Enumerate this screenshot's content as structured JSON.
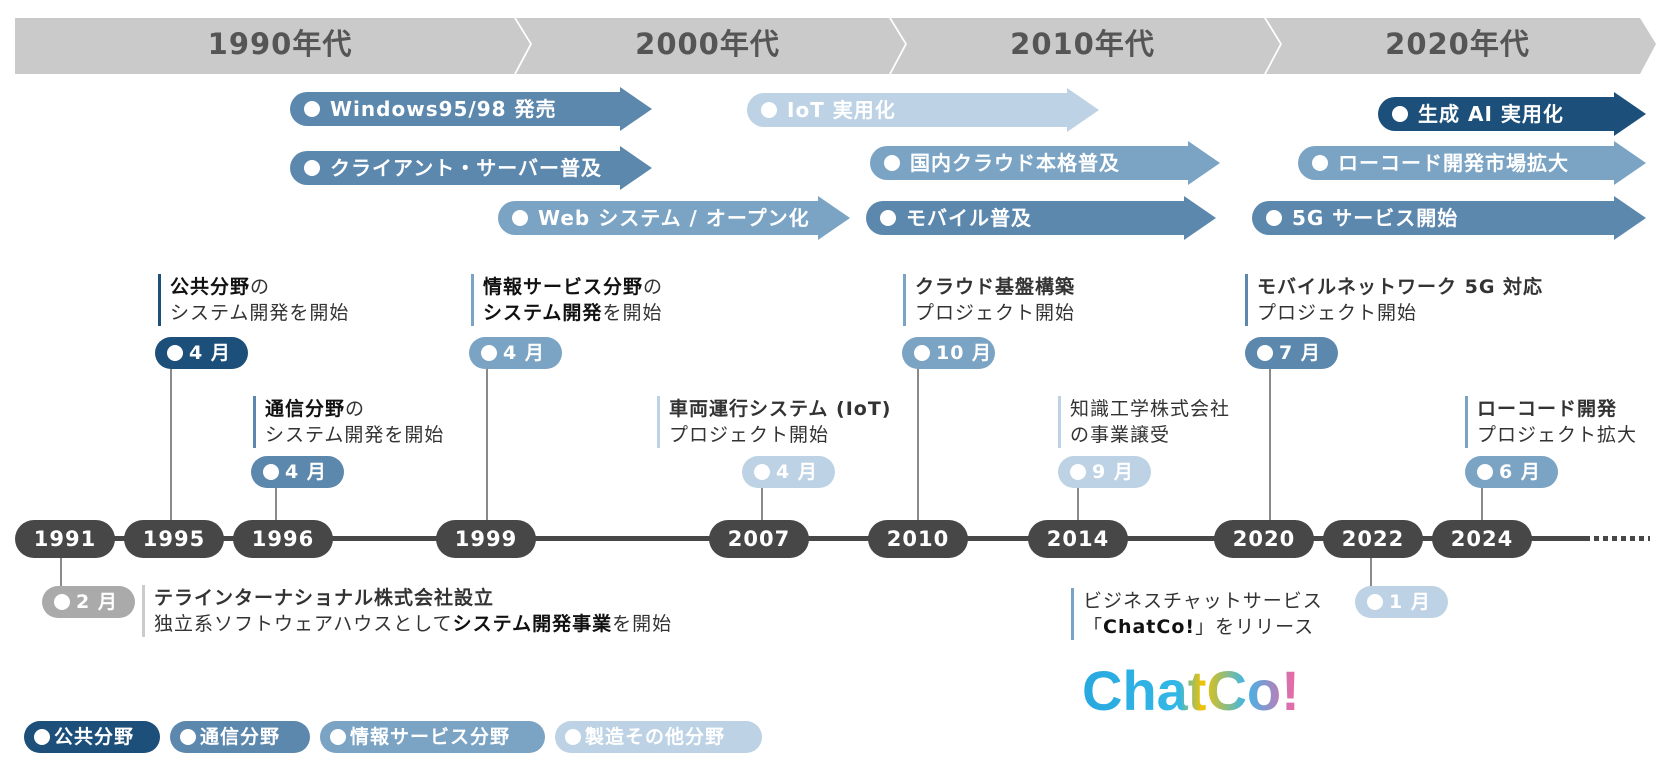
{
  "decades": [
    "1990年代",
    "2000年代",
    "2010年代",
    "2020年代"
  ],
  "trends": [
    {
      "label": "Windows95/98 発売",
      "color": "#5d88ad"
    },
    {
      "label": "クライアント・サーバー普及",
      "color": "#5d88ad"
    },
    {
      "label": "Web システム / オープン化",
      "color": "#7aa3c4"
    },
    {
      "label": "IoT 実用化",
      "color": "#bdd2e4"
    },
    {
      "label": "国内クラウド本格普及",
      "color": "#7aa3c4"
    },
    {
      "label": "モバイル普及",
      "color": "#5d88ad"
    },
    {
      "label": "生成 AI 実用化",
      "color": "#1c4f79"
    },
    {
      "label": "ローコード開発市場拡大",
      "color": "#7aa3c4"
    },
    {
      "label": "5G サービス開始",
      "color": "#5d88ad"
    }
  ],
  "years": [
    "1991",
    "1995",
    "1996",
    "1999",
    "2007",
    "2010",
    "2014",
    "2020",
    "2022",
    "2024"
  ],
  "milestones": [
    {
      "month": "2 月",
      "color": "#aaaaaa",
      "line1": "テラインターナショナル株式会社設立",
      "line2_pre": "独立系ソフトウェアハウスとして",
      "line2_bold": "システム開発事業",
      "line2_post": "を開始"
    },
    {
      "month": "4 月",
      "color": "#1c4f79",
      "line1_bold": "公共分野",
      "line1_post": "の",
      "line2": "システム開発を開始"
    },
    {
      "month": "4 月",
      "color": "#5d88ad",
      "line1_bold": "通信分野",
      "line1_post": "の",
      "line2": "システム開発を開始"
    },
    {
      "month": "4 月",
      "color": "#7aa3c4",
      "line1_bold": "情報サービス分野",
      "line1_post": "の",
      "line2_bold": "システム開発",
      "line2_post": "を開始"
    },
    {
      "month": "4 月",
      "color": "#bdd2e4",
      "line1": "車両運行システム (IoT)",
      "line2": "プロジェクト開始"
    },
    {
      "month": "10 月",
      "color": "#7aa3c4",
      "line1": "クラウド基盤構築",
      "line2": "プロジェクト開始"
    },
    {
      "month": "9 月",
      "color": "#bdd2e4",
      "line1": "知識工学株式会社",
      "line2": "の事業譲受"
    },
    {
      "month": "7 月",
      "color": "#5d88ad",
      "line1": "モバイルネットワーク 5G 対応",
      "line2": "プロジェクト開始"
    },
    {
      "month": "1 月",
      "color": "#bdd2e4",
      "line1": "ビジネスチャットサービス",
      "line2_pre": "「",
      "line2_bold": "ChatCo!",
      "line2_post": "」をリリース"
    },
    {
      "month": "6 月",
      "color": "#7aa3c4",
      "line1": "ローコード開発",
      "line2": "プロジェクト拡大"
    }
  ],
  "logo_text": "ChatCo!",
  "legend": [
    {
      "label": "公共分野",
      "color": "#1c4f79"
    },
    {
      "label": "通信分野",
      "color": "#5d88ad"
    },
    {
      "label": "情報サービス分野",
      "color": "#7aa3c4"
    },
    {
      "label": "製造その他分野",
      "color": "#bdd2e4"
    }
  ]
}
